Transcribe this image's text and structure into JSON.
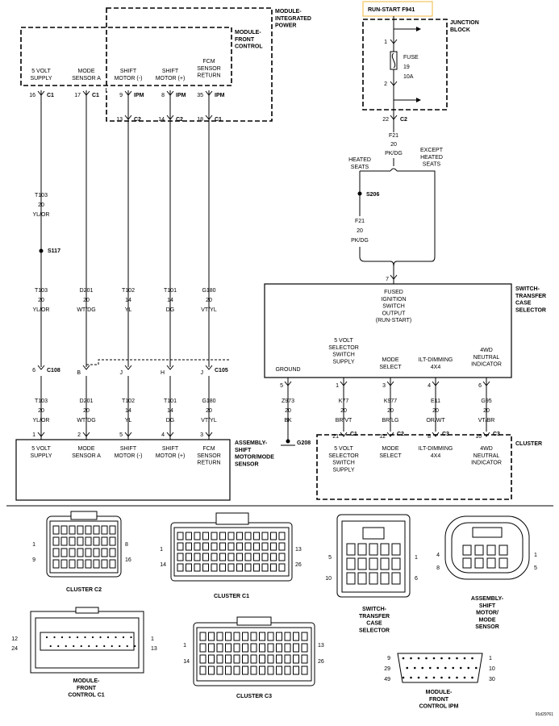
{
  "modules": {
    "module_front_control": "MODULE-\nFRONT\nCONTROL",
    "module_integrated_power": "MODULE-\nINTEGRATED\nPOWER",
    "run_start": "RUN-START F941",
    "junction_block": "JUNCTION\nBLOCK",
    "switch_transfer_case": "SWITCH-\nTRANSFER\nCASE\nSELECTOR",
    "assembly_shift": "ASSEMBLY-\nSHIFT\nMOTOR/MODE\nSENSOR",
    "cluster": "CLUSTER"
  },
  "fuse": {
    "line1": "FUSE",
    "line2": "19",
    "line3": "10A",
    "pin_top": "1",
    "pin_bottom": "2",
    "pin_out": "22",
    "conn_out": "C2"
  },
  "front_control_pins": [
    {
      "label": "5 VOLT\nSUPPLY",
      "pin": "16",
      "conn": "C1"
    },
    {
      "label": "MODE\nSENSOR A",
      "pin": "17",
      "conn": "C1"
    },
    {
      "label": "SHIFT\nMOTOR (-)",
      "pin": "9",
      "conn": "IPM"
    },
    {
      "label": "SHIFT\nMOTOR (+)",
      "pin": "8",
      "conn": "IPM"
    },
    {
      "label": "FCM\nSENSOR\nRETURN",
      "pin": "35",
      "conn": "IPM"
    }
  ],
  "ipm_pins": [
    {
      "pin": "13",
      "conn": "C2"
    },
    {
      "pin": "14",
      "conn": "C2"
    },
    {
      "pin": "18",
      "conn": "C1"
    }
  ],
  "wire_upper_t103": {
    "circuit": "T103",
    "gauge": "20",
    "color": "YL/OR"
  },
  "splice_s117": "S117",
  "wires_mid": [
    {
      "circuit": "T103",
      "gauge": "20",
      "color": "YL/OR"
    },
    {
      "circuit": "D201",
      "gauge": "20",
      "color": "WT/DG"
    },
    {
      "circuit": "T102",
      "gauge": "14",
      "color": "YL"
    },
    {
      "circuit": "T101",
      "gauge": "14",
      "color": "DG"
    },
    {
      "circuit": "G180",
      "gauge": "20",
      "color": "VT/YL"
    }
  ],
  "c108": {
    "pin": "6",
    "conn": "C108"
  },
  "c105": {
    "pins": [
      "B",
      "J",
      "H",
      "J"
    ],
    "conn": "C105"
  },
  "wires_low": [
    {
      "circuit": "T103",
      "gauge": "20",
      "color": "YL/OR"
    },
    {
      "circuit": "D201",
      "gauge": "20",
      "color": "WT/DG"
    },
    {
      "circuit": "T102",
      "gauge": "14",
      "color": "YL"
    },
    {
      "circuit": "T101",
      "gauge": "14",
      "color": "DG"
    },
    {
      "circuit": "G180",
      "gauge": "20",
      "color": "VT/YL"
    }
  ],
  "assembly_pins": [
    {
      "pin": "1",
      "label": "5 VOLT\nSUPPLY"
    },
    {
      "pin": "2",
      "label": "MODE\nSENSOR A"
    },
    {
      "pin": "5",
      "label": "SHIFT\nMOTOR (-)"
    },
    {
      "pin": "4",
      "label": "SHIFT\nMOTOR (+)"
    },
    {
      "pin": "3",
      "label": "FCM\nSENSOR\nRETURN"
    }
  ],
  "f21_upper": {
    "circuit": "F21",
    "gauge": "20",
    "color": "PK/DG"
  },
  "branch_heated": "HEATED\nSEATS",
  "branch_except": "EXCEPT\nHEATED\nSEATS",
  "splice_s206": "S206",
  "f21_lower": {
    "circuit": "F21",
    "gauge": "20",
    "color": "PK/DG"
  },
  "switch_pin_in": "7",
  "switch_fused": "FUSED\nIGNITION\nSWITCH\nOUTPUT\n(RUN-START)",
  "switch_pins": [
    {
      "label": "GROUND",
      "pin": "5"
    },
    {
      "label": "5 VOLT\nSELECTOR\nSWITCH\nSUPPLY",
      "pin": "1"
    },
    {
      "label": "MODE\nSELECT",
      "pin": "3"
    },
    {
      "label": "ILT-DIMMING\n4X4",
      "pin": "4"
    },
    {
      "label": "4WD\nNEUTRAL\nINDICATOR",
      "pin": "6"
    }
  ],
  "switch_wires": [
    {
      "circuit": "Z973",
      "gauge": "20",
      "color": "BK"
    },
    {
      "circuit": "K77",
      "gauge": "20",
      "color": "BR/VT"
    },
    {
      "circuit": "K977",
      "gauge": "20",
      "color": "BR/LG"
    },
    {
      "circuit": "E11",
      "gauge": "20",
      "color": "OR/WT"
    },
    {
      "circuit": "G95",
      "gauge": "20",
      "color": "VT/BR"
    }
  ],
  "ground_g208": "G208",
  "cluster_pins": [
    {
      "pin": "21",
      "conn": "C1",
      "label": "5 VOLT\nSELECTOR\nSWITCH\nSUPPLY"
    },
    {
      "pin": "12",
      "conn": "C2",
      "label": "MODE\nSELECT"
    },
    {
      "pin": "8",
      "conn": "C3",
      "label": "ILT-DIMMING\n4X4"
    },
    {
      "pin": "16",
      "conn": "C3",
      "label": "4WD\nNEUTRAL\nINDICATOR"
    }
  ],
  "connector_views": {
    "cluster_c2": {
      "name": "CLUSTER C2",
      "pins": [
        "1",
        "8",
        "9",
        "16"
      ]
    },
    "cluster_c1": {
      "name": "CLUSTER C1",
      "pins": [
        "1",
        "13",
        "14",
        "26"
      ]
    },
    "switch_tc": {
      "name": "SWITCH-\nTRANSFER\nCASE\nSELECTOR",
      "pins": [
        "5",
        "1",
        "10",
        "6"
      ]
    },
    "assembly_sm": {
      "name": "ASSEMBLY-\nSHIFT\nMOTOR/\nMODE\nSENSOR",
      "pins": [
        "4",
        "1",
        "8",
        "5"
      ]
    },
    "mfc_c1": {
      "name": "MODULE-\nFRONT\nCONTROL C1",
      "pins": [
        "12",
        "1",
        "24",
        "13"
      ]
    },
    "cluster_c3": {
      "name": "CLUSTER C3",
      "pins": [
        "1",
        "13",
        "14",
        "26"
      ]
    },
    "mfc_ipm": {
      "name": "MODULE-\nFRONT\nCONTROL IPM",
      "pins": [
        "9",
        "1",
        "29",
        "10",
        "49",
        "30"
      ]
    }
  },
  "footer_code": "91d29761"
}
